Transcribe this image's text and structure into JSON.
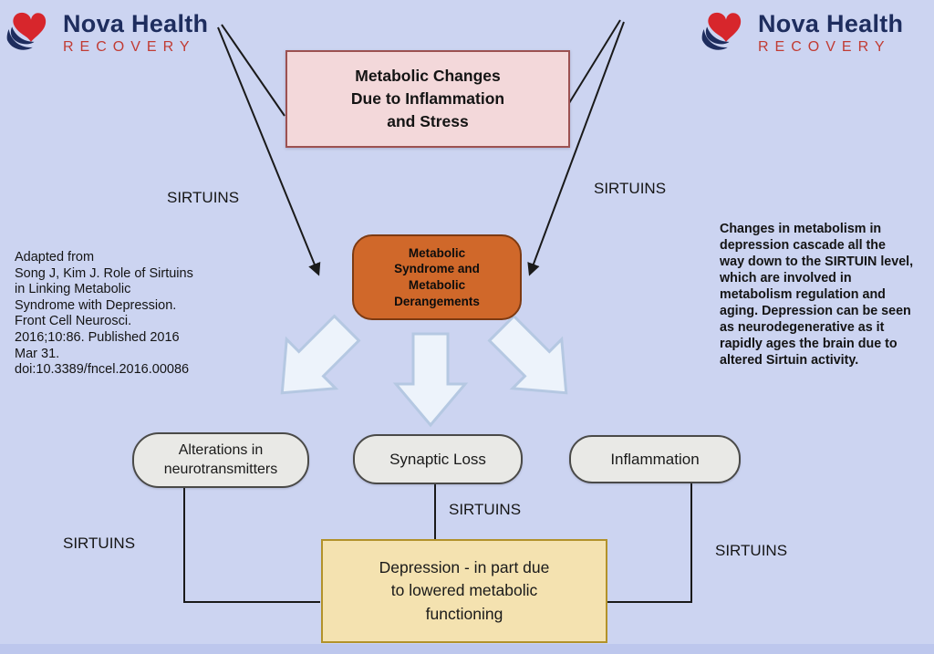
{
  "colors": {
    "background": "#ccd4f1",
    "pink_box_bg": "#f3d8da",
    "pink_box_border": "#9c5151",
    "orange_box_bg": "#d0682a",
    "orange_box_border": "#7d3a12",
    "pill_bg": "#e9e9e6",
    "pill_border": "#4a4a48",
    "bottom_box_bg": "#f4e2b0",
    "bottom_box_border": "#b2922a",
    "logo_navy": "#1e2d5e",
    "logo_red": "#c13b33",
    "big_arrow_fill": "#edf3fb",
    "big_arrow_stroke": "#b5c8e2",
    "line_color": "#1a1a1a"
  },
  "logo": {
    "title": "Nova Health",
    "subtitle": "RECOVERY"
  },
  "top_box": {
    "lines": [
      "Metabolic Changes",
      "Due to Inflammation",
      "and Stress"
    ]
  },
  "sirtuins_label": "SIRTUINS",
  "center_box": {
    "lines": [
      "Metabolic",
      "Syndrome and",
      "Metabolic",
      "Derangements"
    ]
  },
  "citation": {
    "lines": [
      "Adapted from",
      "Song J, Kim J. Role of Sirtuins",
      "in Linking Metabolic",
      "Syndrome with Depression.",
      "Front Cell Neurosci.",
      "2016;10:86. Published 2016",
      "Mar 31.",
      "doi:10.3389/fncel.2016.00086"
    ]
  },
  "side_note": {
    "lines": [
      "Changes in metabolism in",
      "depression cascade all the",
      "way down to the SIRTUIN level,",
      "which are involved in",
      "metabolism regulation and",
      "aging. Depression can be seen",
      "as neurodegenerative as it",
      "rapidly ages the brain due to",
      "altered Sirtuin activity."
    ]
  },
  "pills": {
    "left": {
      "lines": [
        "Alterations in",
        "neurotransmitters"
      ]
    },
    "center": {
      "label": "Synaptic Loss"
    },
    "right": {
      "label": "Inflammation"
    }
  },
  "bottom_box": {
    "lines": [
      "Depression - in part due",
      "to lowered metabolic",
      "functioning"
    ]
  }
}
